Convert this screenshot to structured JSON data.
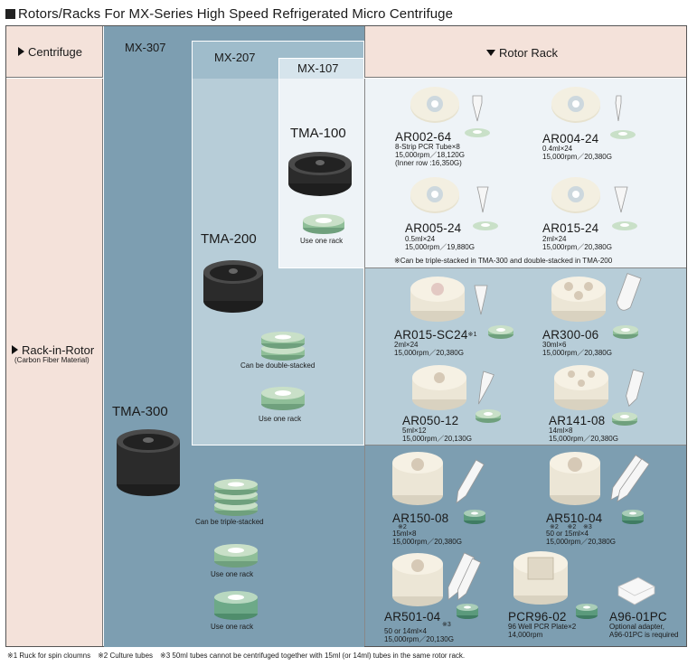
{
  "title": "Rotors/Racks For MX-Series High Speed Refrigerated Micro Centrifuge",
  "header": {
    "centrifuge_label": "Centrifuge",
    "rotor_rack_label": "Rotor Rack",
    "models": [
      "MX-307",
      "MX-207",
      "MX-107"
    ]
  },
  "left": {
    "rack_in_rotor": "Rack-in-Rotor",
    "material": "(Carbon Fiber Material)"
  },
  "rotors": {
    "tma100": "TMA-100",
    "tma200": "TMA-200",
    "tma300": "TMA-300"
  },
  "stack_notes": {
    "use_one_rack": "Use one rack",
    "double_stacked": "Can be double-stacked",
    "triple_stacked": "Can be triple-stacked"
  },
  "racks": {
    "ar002": {
      "code": "AR002-64",
      "l1": "8-Strip PCR Tube×8",
      "l2": "15,000rpm／18,120G",
      "l3": "(Inner row :16,350G)"
    },
    "ar004": {
      "code": "AR004-24",
      "l1": "0.4ml×24",
      "l2": "15,000rpm／20,380G"
    },
    "ar005": {
      "code": "AR005-24",
      "l1": "0.5ml×24",
      "l2": "15,000rpm／19,880G"
    },
    "ar015": {
      "code": "AR015-24",
      "l1": "2ml×24",
      "l2": "15,000rpm／20,380G"
    },
    "stack_note": "※Can be triple-stacked in TMA-300 and double-stacked in TMA-200",
    "ar015sc": {
      "code": "AR015-SC24",
      "mark": "※1",
      "l1": "2ml×24",
      "l2": "15,000rpm／20,380G"
    },
    "ar300": {
      "code": "AR300-06",
      "l1": "30ml×6",
      "l2": "15,000rpm／20,380G"
    },
    "ar050": {
      "code": "AR050-12",
      "l1": "5ml×12",
      "l2": "15,000rpm／20,130G"
    },
    "ar141": {
      "code": "AR141-08",
      "l1": "14ml×8",
      "l2": "15,000rpm／20,380G"
    },
    "ar150": {
      "code": "AR150-08",
      "mark": "※2",
      "l1": "15ml×8",
      "l2": "15,000rpm／20,380G"
    },
    "ar510": {
      "code": "AR510-04",
      "mark": "※2     ※2    ※3",
      "l1": "50 or 15ml×4",
      "l2": "15,000rpm／20,380G"
    },
    "ar501": {
      "code": "AR501-04",
      "mark": "※3",
      "l1": "50 or 14ml×4",
      "l2": "15,000rpm／20,130G"
    },
    "pcr96": {
      "code": "PCR96-02",
      "l1": "96 Well PCR Plate×2",
      "l2": "14,000rpm"
    },
    "a96": {
      "code": "A96-01PC",
      "l1": "Optional adapter,",
      "l2": "A96-01PC is required"
    }
  },
  "footnote": "※1 Ruck for spin cloumns　※2 Culture tubes　※3 50ml tubes cannot be centrifuged together with 15ml (or 14ml) tubes in the same rotor rack.",
  "colors": {
    "header_bg": "#f4e2da",
    "mx307_bg": "#7d9eb1",
    "mx207_bg": "#b7cdd8",
    "mx107_bg": "#eef3f7",
    "rack_green": "#7bb48c",
    "rotor_black": "#2b2b2b"
  }
}
